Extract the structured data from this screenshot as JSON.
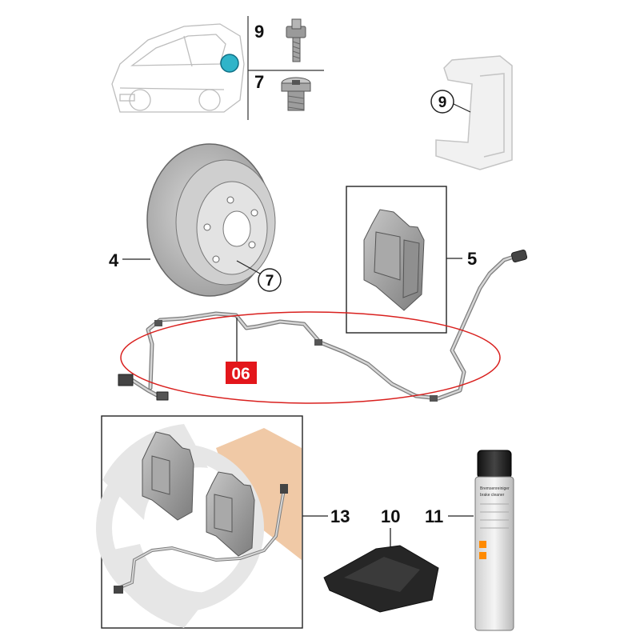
{
  "diagram": {
    "labels": {
      "top_bolt": "9",
      "top_plug": "7",
      "bracket_callout": "9",
      "disc": "4",
      "disc_callout": "7",
      "pads": "5",
      "sensor_highlight": "06",
      "kit": "13",
      "paste": "10",
      "spray": "11"
    },
    "spray_can_text": {
      "line1": "Bremsenreiniger",
      "line2": "brake cleaner"
    },
    "colors": {
      "highlight_ellipse": "#d9201e",
      "highlight_box": "#e3161b",
      "accent_peach": "#f0c9a6",
      "watermark_gray": "#e6e6e6",
      "car_accent": "#2fb4c9"
    }
  }
}
